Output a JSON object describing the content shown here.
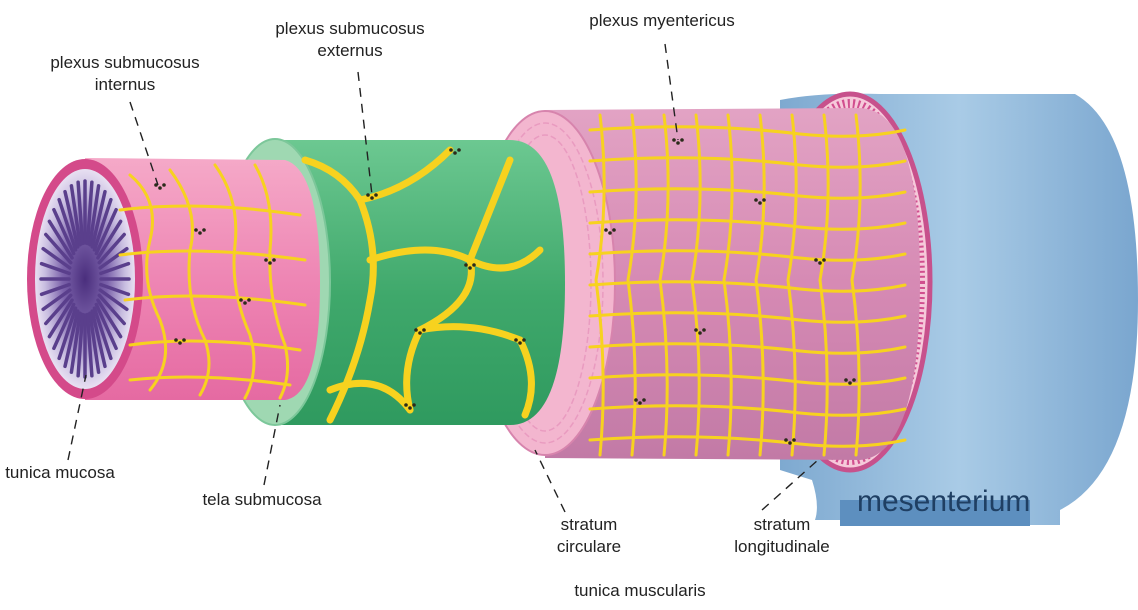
{
  "colors": {
    "mucosa_ring": "#d44a8a",
    "mucosa_pink": "#f08ab8",
    "villi": "#5a3f8c",
    "submucosa_green": "#4fb57a",
    "submucosa_light": "#a8dcb8",
    "circular_muscle": "#f3b6cf",
    "longitudinal_muscle": "#c46a9a",
    "plexus_yellow": "#f7d21f",
    "mesentery_blue": "#8fb8da",
    "mesentery_dark": "#5d8fbf"
  },
  "labels": {
    "submucosus_internus_1": "plexus submucosus",
    "submucosus_internus_2": "internus",
    "submucosus_externus_1": "plexus submucosus",
    "submucosus_externus_2": "externus",
    "myentericus": "plexus myentericus",
    "tunica_mucosa": "tunica mucosa",
    "tela_submucosa": "tela submucosa",
    "stratum_circulare_1": "stratum",
    "stratum_circulare_2": "circulare",
    "stratum_longitudinale_1": "stratum",
    "stratum_longitudinale_2": "longitudinale",
    "tunica_muscularis": "tunica muscularis",
    "mesenterium": "mesenterium"
  }
}
